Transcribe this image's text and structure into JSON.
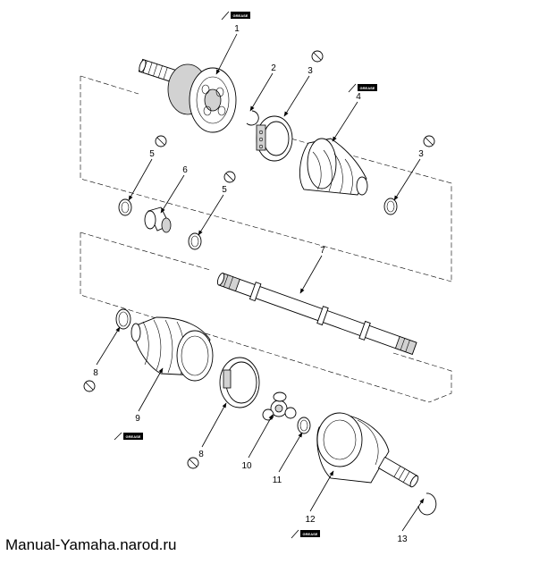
{
  "footer": {
    "text": "Manual-Yamaha.narod.ru"
  },
  "grease_label": "GREASE",
  "callouts": [
    "1",
    "2",
    "3",
    "4",
    "5",
    "6",
    "5",
    "3",
    "7",
    "8",
    "9",
    "8",
    "10",
    "11",
    "12",
    "13"
  ]
}
